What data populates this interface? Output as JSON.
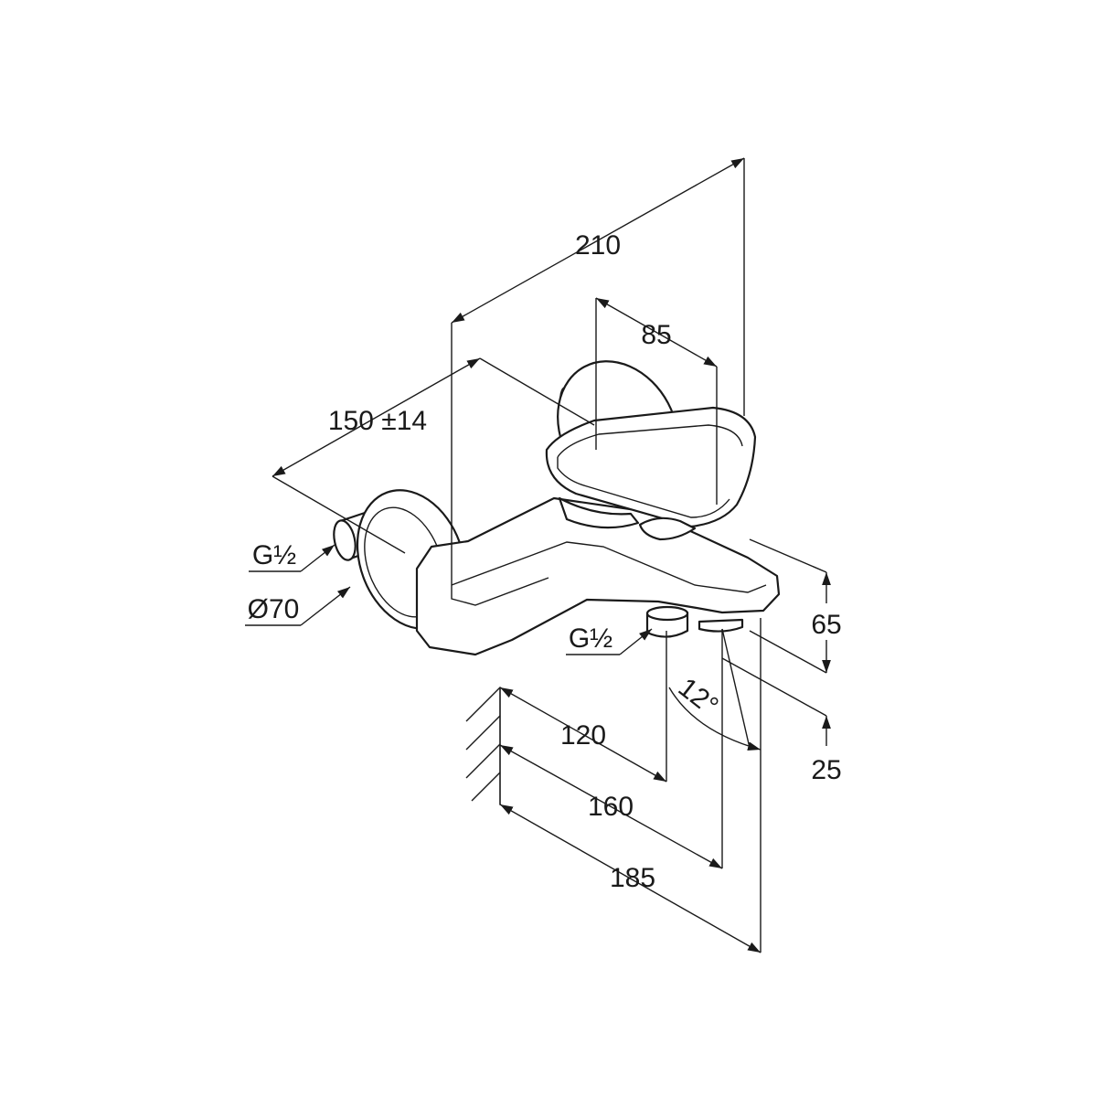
{
  "dimensions": {
    "d210": "210",
    "d85": "85",
    "d150": "150 ±14",
    "thread_left": "G½",
    "diameter": "Ø70",
    "thread_bottom": "G½",
    "d65": "65",
    "d25": "25",
    "angle": "12°",
    "d120": "120",
    "d160": "160",
    "d185": "185"
  },
  "colors": {
    "line": "#1a1a1a",
    "background": "#ffffff"
  }
}
